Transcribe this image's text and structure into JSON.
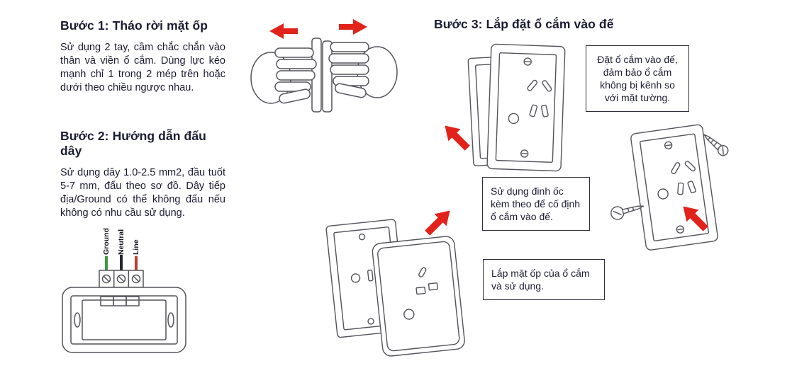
{
  "page": {
    "background": "#ffffff",
    "text_color": "#1b1b32",
    "accent_red": "#e2231b",
    "line_color": "#53535a"
  },
  "step1": {
    "title": "Bước 1: Tháo rời mặt ốp",
    "body": "Sử dụng 2 tay, cầm chắc chắn vào thân và viền ổ cắm. Dùng lực kéo mạnh chỉ 1 trong 2 mép trên hoặc dưới theo chiều ngược nhau."
  },
  "step2": {
    "title": "Bước 2: Hướng dẫn đấu dây",
    "body": "Sử dụng dây 1.0-2.5 mm2, đầu tuốt 5-7 mm, đấu theo sơ đồ. Dây tiếp địa/Ground có thể không đấu nếu không có nhu cầu sử dụng.",
    "wires": [
      {
        "label": "Ground",
        "color": "#3c9a45"
      },
      {
        "label": "Neutral",
        "color": "#26262e"
      },
      {
        "label": "Line",
        "color": "#c23b30"
      }
    ]
  },
  "step3": {
    "title": "Bước 3: Lắp đặt ổ cắm vào đế",
    "callout_place": "Đặt ổ cắm vào đế, đảm bảo ổ cắm không bị kênh so với mặt tường.",
    "callout_screw": "Sử dụng đinh ốc kèm theo để cố định ổ cắm vào đế.",
    "callout_cover": "Lắp mặt ốp của ổ cắm và sử dụng."
  }
}
